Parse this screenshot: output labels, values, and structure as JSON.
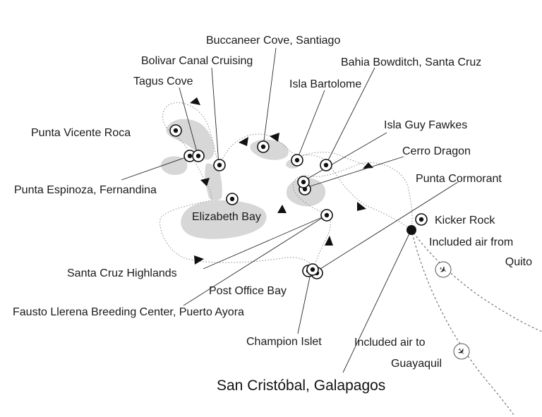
{
  "colors": {
    "island": "#d7d7d7",
    "route": "#8c8c8c",
    "marker": "#111111",
    "text": "#1a1a1a"
  },
  "icons": {
    "plane": "airplane-icon",
    "port": "port-marker-icon",
    "home_port": "filled-dot-icon"
  },
  "labels": {
    "buccaneer_cove": "Buccaneer Cove, Santiago",
    "bolivar_canal": "Bolivar Canal Cruising",
    "bahia_bowditch": "Bahia Bowditch, Santa Cruz",
    "tagus_cove": "Tagus Cove",
    "isla_bartolome": "Isla Bartolome",
    "punta_vicente_roca": "Punta Vicente Roca",
    "isla_guy_fawkes": "Isla Guy Fawkes",
    "cerro_dragon": "Cerro Dragon",
    "punta_espinoza": "Punta Espinoza, Fernandina",
    "punta_cormorant": "Punta Cormorant",
    "elizabeth_bay": "Elizabeth Bay",
    "kicker_rock": "Kicker Rock",
    "included_air_from": "Included air from",
    "quito": "Quito",
    "santa_cruz_highlands": "Santa Cruz Highlands",
    "post_office_bay": "Post Office Bay",
    "fausto_llerena": "Fausto Llerena Breeding Center, Puerto Ayora",
    "champion_islet": "Champion Islet",
    "included_air_to": "Included air to",
    "guayaquil": "Guayaquil",
    "san_cristobal": "San Cristóbal, Galapagos"
  }
}
